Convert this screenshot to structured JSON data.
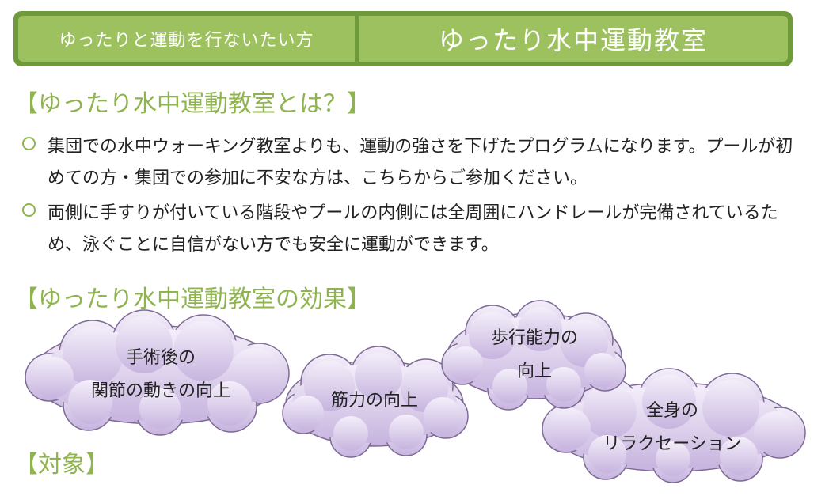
{
  "banner": {
    "left_label": "ゆったりと運動を行ないたい方",
    "right_label": "ゆったり水中運動教室"
  },
  "sections": {
    "about_heading": "【ゆったり水中運動教室とは？】",
    "effects_heading": "【ゆったり水中運動教室の効果】",
    "target_heading": "【対象】"
  },
  "about_items": [
    {
      "text": "集団での水中ウォーキング教室よりも、運動の強さを下げたプログラムになります。プールが初めての方・集団での参加に不安な方は、こちらからご参加ください。"
    },
    {
      "text": "両側に手すりが付いている階段やプールの内側には全周囲にハンドレールが完備されているため、泳ぐことに自信がない方でも安全に運動ができます。"
    }
  ],
  "effects": [
    {
      "label": "手術後の\n関節の動きの向上"
    },
    {
      "label": "筋力の向上"
    },
    {
      "label": "歩行能力の\n向上"
    },
    {
      "label": "全身の\nリラクセーション"
    }
  ],
  "colors": {
    "banner_dark": "#6f9a3c",
    "banner_light": "#9cc15e",
    "heading": "#8fb44f",
    "cloud_fill_top": "#f4effa",
    "cloud_fill_bottom": "#c7b4df",
    "cloud_stroke": "#7d6a94"
  }
}
